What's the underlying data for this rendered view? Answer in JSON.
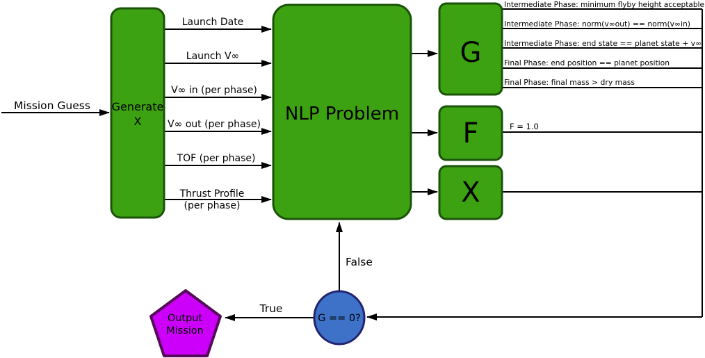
{
  "nodes": {
    "mission_guess": "Mission Guess",
    "generate_x_line1": "Generate",
    "generate_x_line2": "X",
    "nlp_problem": "NLP Problem",
    "g_output": "G",
    "f_output": "F",
    "x_output": "X",
    "decision": "G  == 0?",
    "output_mission_line1": "Output",
    "output_mission_line2": "Mission"
  },
  "input_edges": {
    "launch_date": "Launch Date",
    "launch_vinf": "Launch V∞",
    "vinf_in": "V∞ in (per phase)",
    "vinf_out": "V∞ out (per phase)",
    "tof": "TOF (per phase)",
    "thrust_profile_line1": "Thrust Profile",
    "thrust_profile_line2": "(per phase)"
  },
  "constraints": [
    "Intermediate Phase: minimum flyby height acceptable",
    "Intermediate Phase: norm(v∞out) == norm(v∞in)",
    "Intermediate Phase: end state == planet state + v∞",
    "Final Phase: end position == planet position",
    "Final Phase: final mass > dry mass"
  ],
  "outputs": {
    "f_value": "F = 1.0"
  },
  "branches": {
    "true_label": "True",
    "false_label": "False"
  },
  "colors": {
    "node_green": "#3da211",
    "node_green_border": "#1b5409",
    "decision_blue": "#3d72c8",
    "decision_blue_border": "#22226e",
    "terminal_magenta": "#cc00fa",
    "terminal_magenta_border": "#550a57",
    "edge_black": "#000000"
  }
}
